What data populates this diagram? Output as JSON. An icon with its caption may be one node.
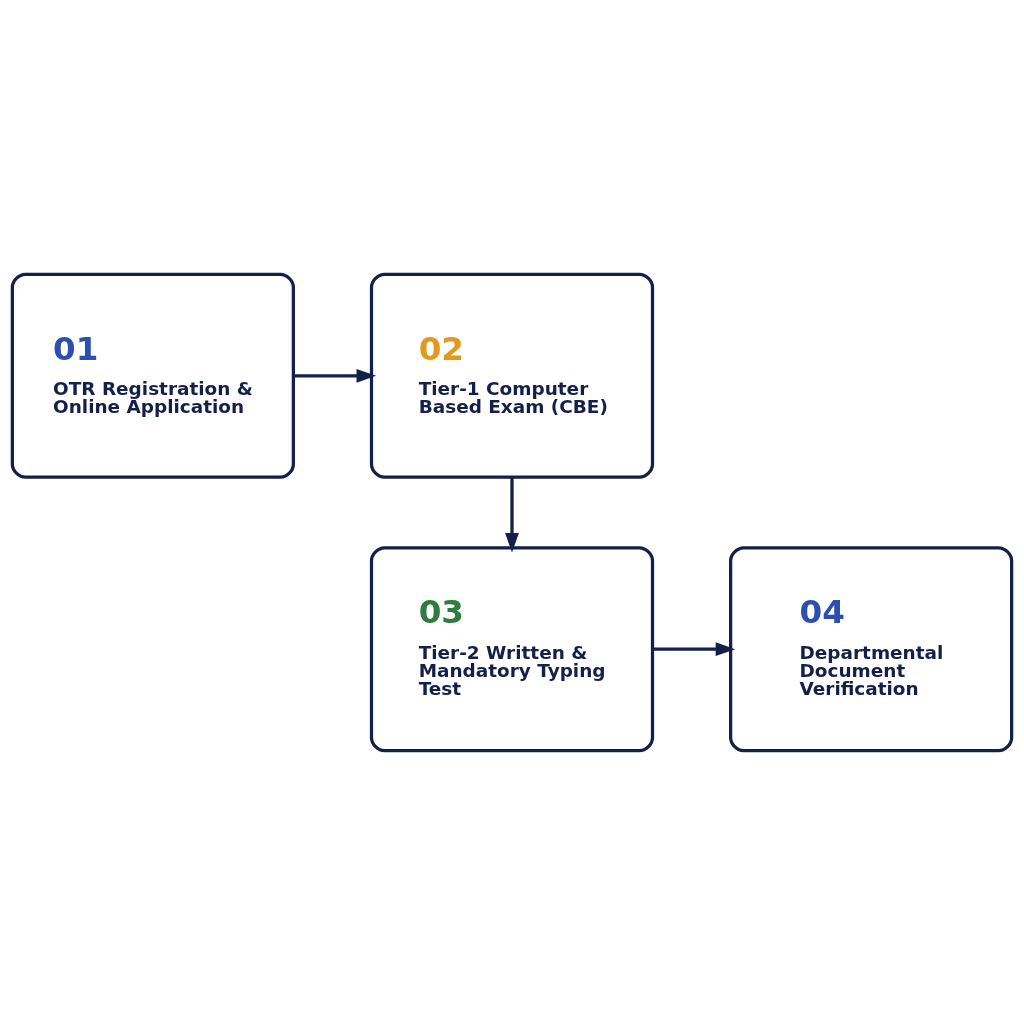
{
  "diagram": {
    "nodes": [
      {
        "text": [
          "01",
          "OTR Registration & Online Application"
        ]
      },
      {
        "text": [
          "02",
          "Tier-1 Computer Based Exam (CBE)"
        ]
      },
      {
        "text": [
          "03",
          "Tier-2 Written & Mandatory Typing Test"
        ]
      },
      {
        "text": [
          "04",
          "Departmental Document Verification"
        ]
      }
    ],
    "edges": [
      {
        "from": 0,
        "to": 1,
        "arrow": "to"
      },
      {
        "from": 1,
        "to": 2,
        "arrow": "to"
      },
      {
        "from": 2,
        "to": 3,
        "arrow": "to"
      }
    ]
  }
}
